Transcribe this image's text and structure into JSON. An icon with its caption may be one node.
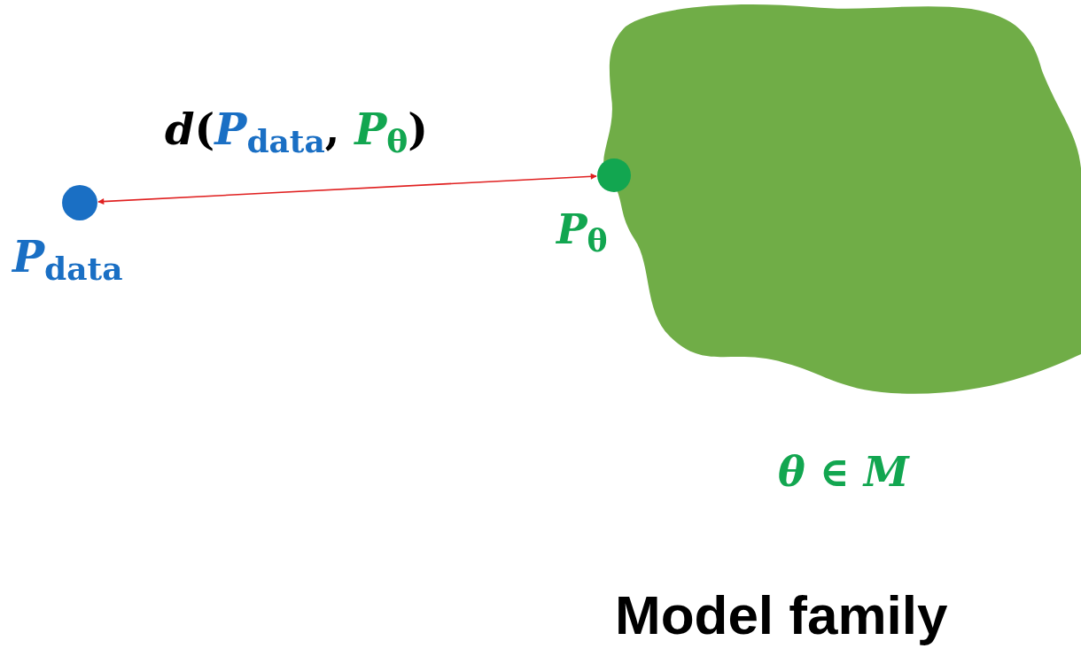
{
  "diagram": {
    "nodes": [
      {
        "text": [],
        "shape": "circle",
        "beside": [
          "*P*$_{data}$"
        ]
      },
      {
        "text": [],
        "shape": "circle",
        "beside": [
          "*P*$_{θ}$"
        ]
      },
      {
        "text": [],
        "shape": "cloud",
        "beside": [
          "*θ* ∈ *M*",
          "Model family"
        ]
      }
    ],
    "edges": [
      {
        "from": 0,
        "to": 1,
        "arrow": "both",
        "label": "*d*(*P*$_{data}$, *P*$_{θ}$)",
        "color": "#e02020"
      }
    ]
  }
}
